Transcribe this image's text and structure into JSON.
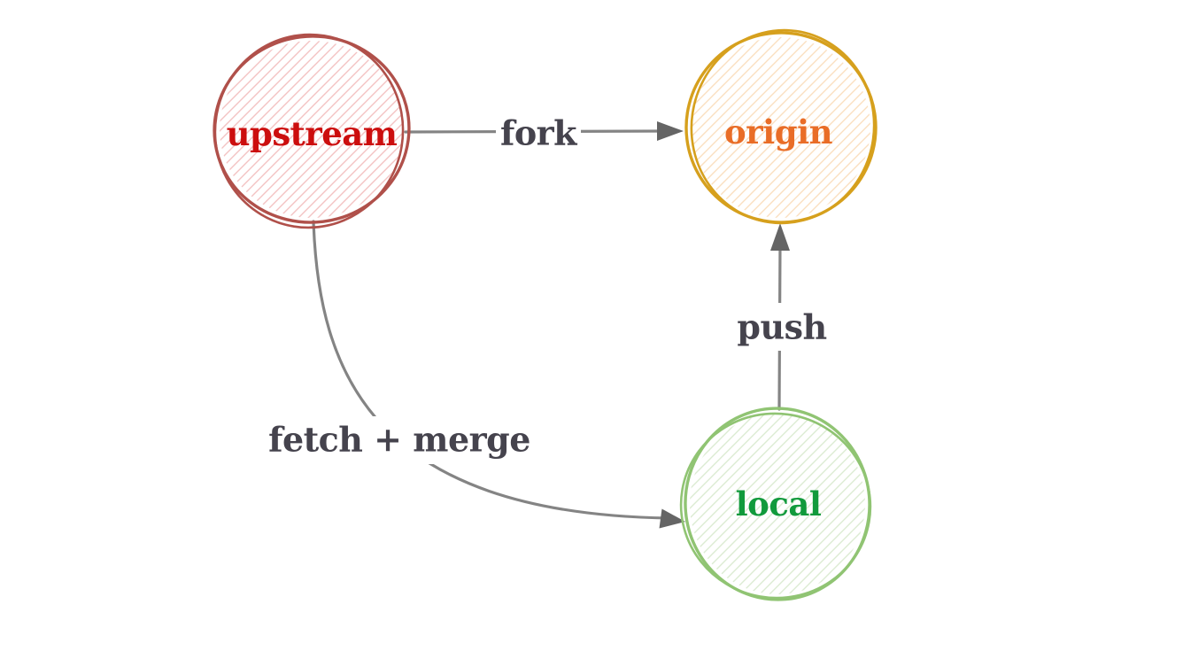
{
  "diagram": {
    "background": "#ffffff",
    "edge_color": "#848484",
    "arrowhead_color": "#656565",
    "edge_label_color": "#45434d",
    "nodes": [
      {
        "id": "upstream",
        "label": "upstream",
        "stroke_color": "#b0504a",
        "text_color": "#cc0e0e",
        "hatch_color": "#f3c3c3"
      },
      {
        "id": "origin",
        "label": "origin",
        "stroke_color": "#d6a01d",
        "text_color": "#e96d27",
        "hatch_color": "#fadfc0"
      },
      {
        "id": "local",
        "label": "local",
        "stroke_color": "#90c473",
        "text_color": "#119a3c",
        "hatch_color": "#dcebd2"
      }
    ],
    "edges": [
      {
        "from": "upstream",
        "to": "origin",
        "label": "fork"
      },
      {
        "from": "local",
        "to": "origin",
        "label": "push"
      },
      {
        "from": "upstream",
        "to": "local",
        "label": "fetch + merge"
      }
    ]
  }
}
